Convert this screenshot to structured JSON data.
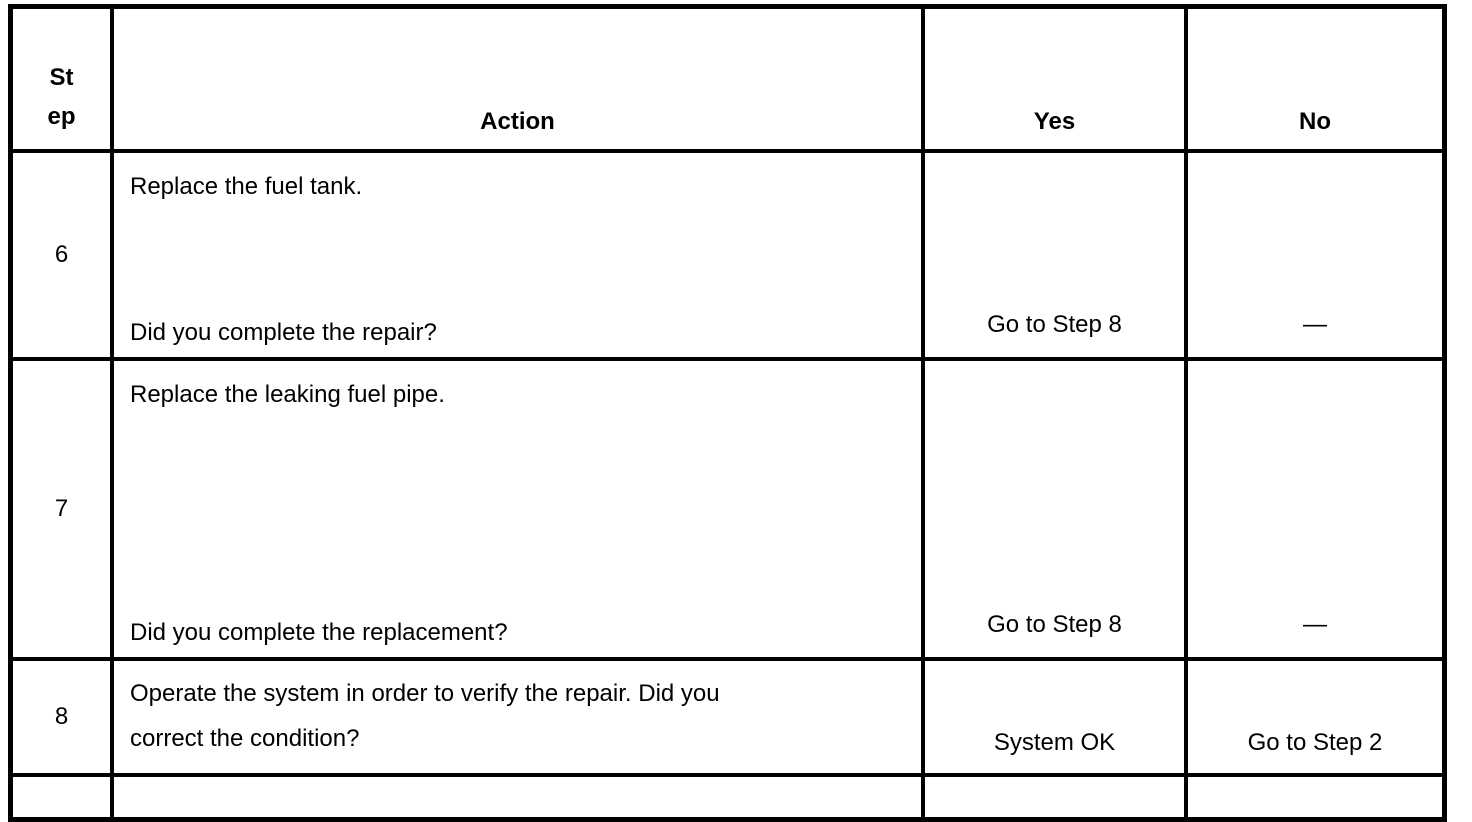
{
  "colors": {
    "border": "#000000",
    "background": "#ffffff",
    "text": "#000000"
  },
  "table": {
    "header": {
      "step_line1": "St",
      "step_line2": "ep",
      "action": "Action",
      "yes": "Yes",
      "no": "No"
    },
    "rows": [
      {
        "step": "6",
        "statement": "Replace the fuel tank.",
        "question": "Did you complete the repair?",
        "yes": "Go to Step 8",
        "no": "—"
      },
      {
        "step": "7",
        "statement": "Replace the leaking fuel pipe.",
        "question": "Did you complete the replacement?",
        "yes": "Go to Step 8",
        "no": "—"
      },
      {
        "step": "8",
        "action_line1": "Operate the system in order to verify the repair. Did you",
        "action_line2": "correct the condition?",
        "yes": "System OK",
        "no": "Go to Step 2"
      }
    ]
  }
}
